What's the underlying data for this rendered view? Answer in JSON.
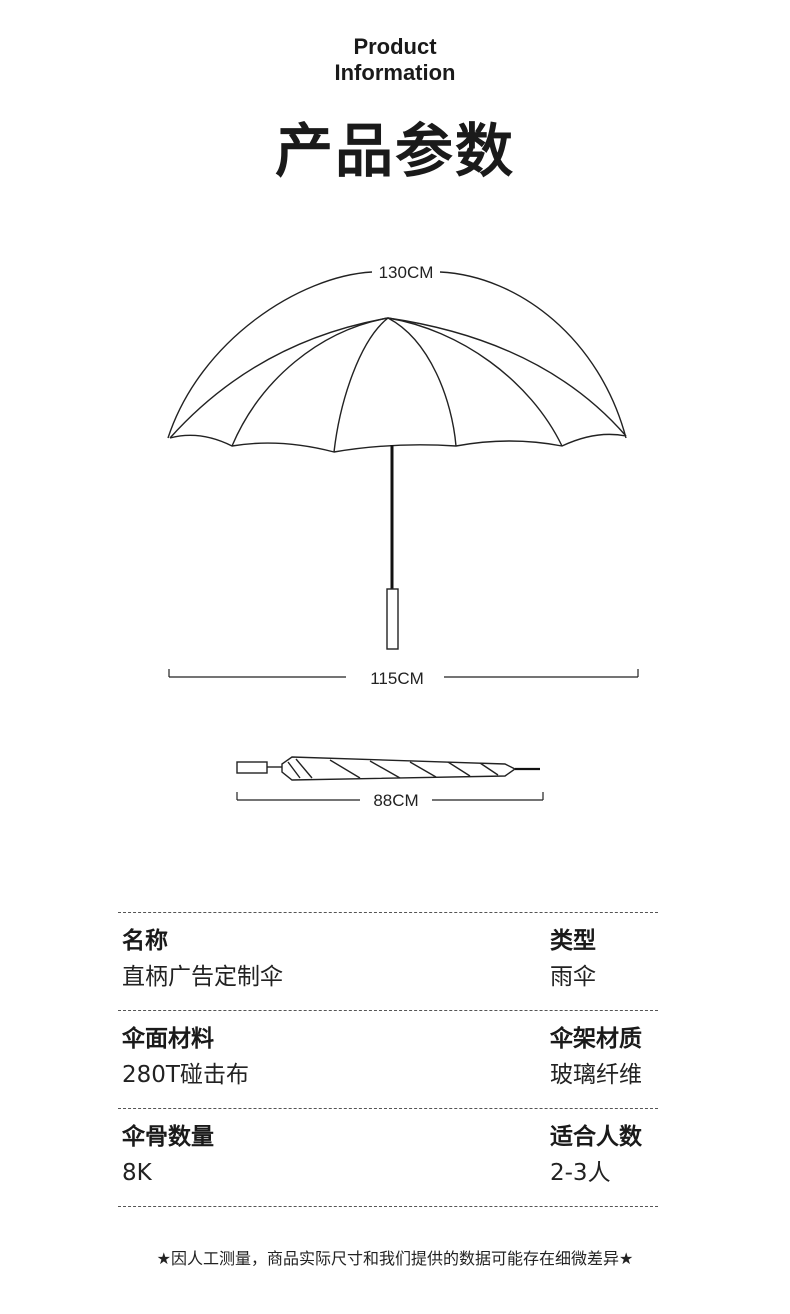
{
  "header": {
    "title_en_line1": "Product",
    "title_en_line2": "Information",
    "title_cn": "产品参数"
  },
  "diagram": {
    "open_width_label": "130CM",
    "height_label": "115CM",
    "folded_length_label": "88CM"
  },
  "specs": [
    {
      "left": {
        "label": "名称",
        "value": "直柄广告定制伞"
      },
      "right": {
        "label": "类型",
        "value": "雨伞"
      }
    },
    {
      "left": {
        "label": "伞面材料",
        "value": "280T碰击布"
      },
      "right": {
        "label": "伞架材质",
        "value": "玻璃纤维"
      }
    },
    {
      "left": {
        "label": "伞骨数量",
        "value": "8K"
      },
      "right": {
        "label": "适合人数",
        "value": "2-3人"
      }
    }
  ],
  "footer": {
    "note": "★因人工测量，商品实际尺寸和我们提供的数据可能存在细微差异★"
  }
}
